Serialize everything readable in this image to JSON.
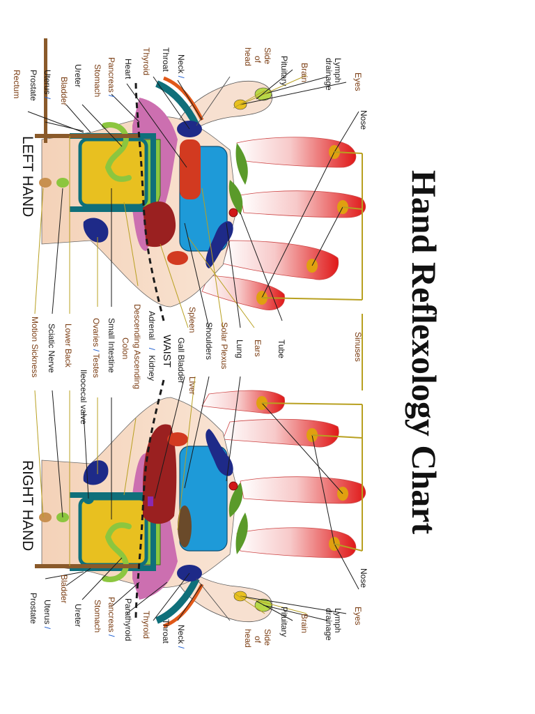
{
  "title": "Hand Reflexology Chart",
  "left_hand": {
    "caption": "LEFT HAND",
    "labels": {
      "eyes": "Eyes",
      "lymph_l1": "Lymph",
      "lymph_l2": "drainage",
      "brain": "Brain",
      "pituitary": "Pituitary",
      "side_l1": "Side",
      "side_l2": "of",
      "side_l3": "head",
      "neck": "Neck",
      "throat": "Throat",
      "thyroid": "Thyroid",
      "heart": "Heart",
      "pancreas": "Pancreas",
      "stomach": "Stomach",
      "ureter": "Ureter",
      "bladder": "Bladder",
      "uterus": "Uterus",
      "prostate": "Prostate",
      "rectum": "Rectum",
      "nose": "Nose",
      "tube": "Tube",
      "ears": "Ears",
      "lung": "Lung",
      "solar_plexus": "Solar Plexus",
      "shoulders": "Shoulders",
      "spleen": "Spleen",
      "gall_bladder": "Gall Bladder",
      "adrenal": "Adrenal",
      "kidney": "Kidney",
      "descending": "Descending",
      "colon": "Colon",
      "ascending": "Ascending",
      "small_intestine": "Small Intestine",
      "ovaries": "Ovaries",
      "testes": "Testes",
      "lower_back": "Lower Back",
      "sciatic": "Sciatic Nerve",
      "motion": "Motion Sickness",
      "sinuses": "Sinuses",
      "waist": "WAIST",
      "liver": "Liver",
      "ileocecal": "Ileocecal valve"
    }
  },
  "right_hand": {
    "caption": "RIGHT HAND",
    "labels": {
      "nose": "Nose",
      "eyes": "Eyes",
      "lymph_l1": "Lymph",
      "lymph_l2": "drainage",
      "brain": "Brain",
      "pituitary": "Pituitary",
      "side_l1": "Side",
      "side_l2": "of",
      "side_l3": "head",
      "neck": "Neck",
      "throat": "Throat",
      "thyroid": "Thyroid",
      "parathyroid": "Parathyroid",
      "pancreas": "Pancreas",
      "stomach": "Stomach",
      "ureter": "Ureter",
      "bladder": "Bladder",
      "uterus": "Uterus",
      "prostate": "Prostate"
    }
  },
  "separator": "/",
  "colors": {
    "skin": "#f6d8c2",
    "finger_tip": "#e01818",
    "sinus": "#e0a010",
    "lung": "#1e9ad8",
    "stomach": "#e8c020",
    "intestine_frame": "#0f6f7a",
    "colon_green": "#8cc63f",
    "pink_band": "#cc6fb0",
    "heart_red": "#d23a20",
    "spleen_dark": "#9a2020",
    "kidney_navy": "#1e2a88",
    "leaf_green": "#5a9a2a",
    "label_brown": "#7a3c12",
    "label_blue": "#1f5fd0"
  }
}
